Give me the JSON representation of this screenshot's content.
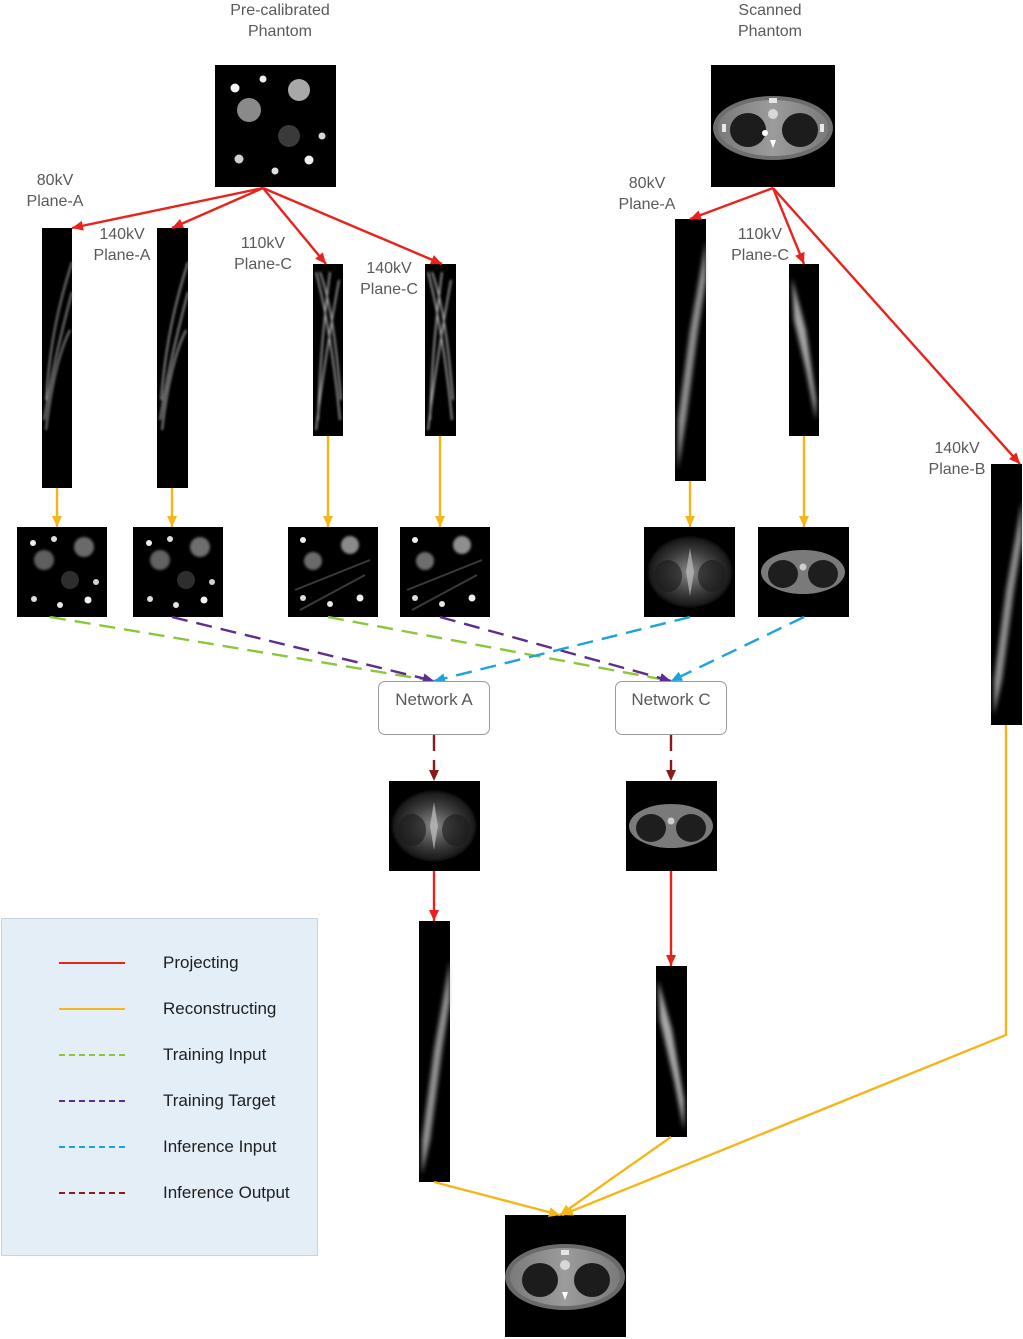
{
  "colors": {
    "projecting": "#e8231c",
    "reconstructing": "#f5b619",
    "training_input": "#8cc63e",
    "training_target": "#5d2d91",
    "inference_input": "#1ea1dd",
    "inference_output": "#8b1b1b",
    "legend_bg": "#e4eef7",
    "label_text": "#5a5a5a"
  },
  "phantoms": {
    "precalibrated": "Pre-calibrated\nPhantom",
    "scanned": "Scanned\nPhantom"
  },
  "sinogram_labels": {
    "pa_80": "80kV\nPlane-A",
    "pa_140": "140kV\nPlane-A",
    "pc_110": "110kV\nPlane-C",
    "pc_140": "140kV\nPlane-C",
    "sa_80": "80kV\nPlane-A",
    "sc_110": "110kV\nPlane-C",
    "sb_140": "140kV\nPlane-B"
  },
  "networks": {
    "a": "Network A",
    "c": "Network C"
  },
  "legend": {
    "items": [
      {
        "label": "Projecting",
        "style": "solid",
        "color": "#e8231c"
      },
      {
        "label": "Reconstructing",
        "style": "solid",
        "color": "#f5b619"
      },
      {
        "label": "Training Input",
        "style": "dashed",
        "color": "#8cc63e"
      },
      {
        "label": "Training Target",
        "style": "dashed",
        "color": "#5d2d91"
      },
      {
        "label": "Inference Input",
        "style": "dashed",
        "color": "#1ea1dd"
      },
      {
        "label": "Inference Output",
        "style": "dashed",
        "color": "#8b1b1b"
      }
    ]
  }
}
